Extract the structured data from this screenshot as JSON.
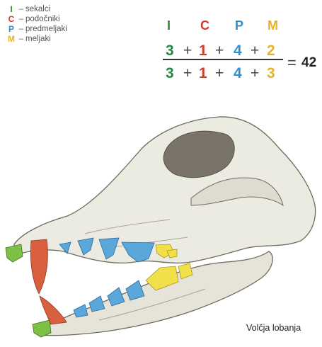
{
  "legend": [
    {
      "letter": "I",
      "label": "sekalci",
      "color": "#2e8b3a"
    },
    {
      "letter": "C",
      "label": "podočniki",
      "color": "#d43a2a"
    },
    {
      "letter": "P",
      "label": "predmeljaki",
      "color": "#2b8fd4"
    },
    {
      "letter": "M",
      "label": "meljaki",
      "color": "#e7b324"
    }
  ],
  "legend_dash": "–",
  "formula": {
    "headers": [
      "I",
      "C",
      "P",
      "M"
    ],
    "upper": [
      "3",
      "1",
      "4",
      "2"
    ],
    "lower": [
      "3",
      "1",
      "4",
      "3"
    ],
    "plus": "+",
    "equals": "=",
    "total": "42"
  },
  "caption": "Volčja lobanja",
  "colors": {
    "incisors": "#7cc146",
    "canines": "#d9603e",
    "premolars": "#5aa7dc",
    "molars": "#f1e04a",
    "bone": "#ecebe2",
    "shadow": "#6f6a5e"
  }
}
